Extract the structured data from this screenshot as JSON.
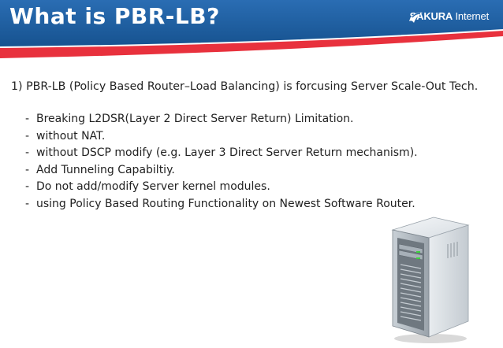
{
  "header": {
    "title": "What is PBR-LB?",
    "brand": {
      "name_bold": "SAKURA",
      "name_light": " Internet",
      "icon": "sakura-petal-icon"
    },
    "colors": {
      "banner": "#1b5fa5",
      "accent_stripe": "#e8313d"
    }
  },
  "content": {
    "intro": "1) PBR-LB (Policy Based Router–Load Balancing) is forcusing Server Scale-Out Tech.",
    "bullets": [
      "Breaking L2DSR(Layer 2 Direct Server Return) Limitation.",
      "without NAT.",
      "without DSCP modify (e.g. Layer 3 Direct Server Return mechanism).",
      "Add Tunneling Capabiltiy.",
      "Do not add/modify Server kernel modules.",
      "using Policy Based Routing Functionality on Newest Software Router."
    ]
  },
  "illustration": {
    "icon": "server-tower-icon"
  }
}
